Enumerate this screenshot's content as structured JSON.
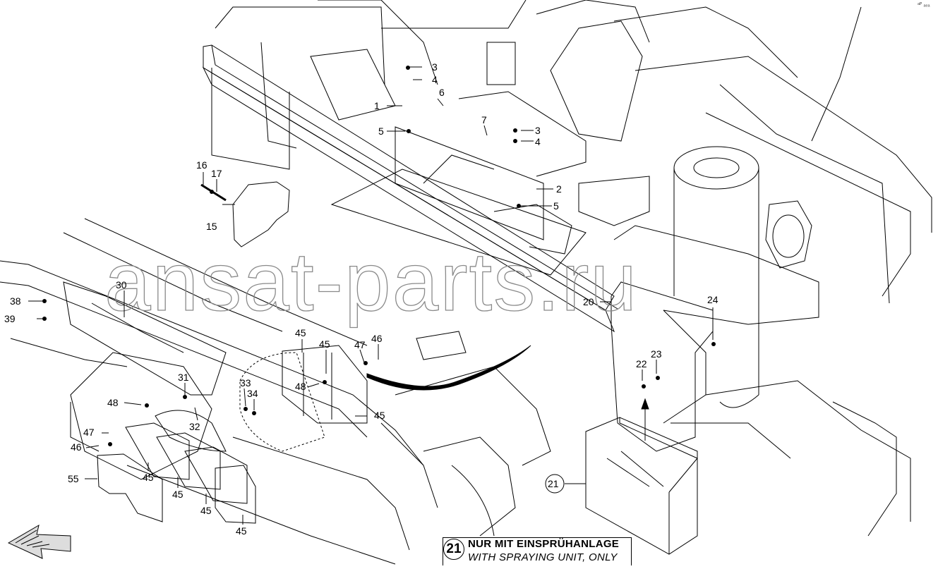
{
  "watermark": "ansat-parts.ru",
  "corner_mark": "ᵃᴾ ₐₑₐ",
  "legend": {
    "ref_number": "21",
    "line_de": "NUR MIT  EINSPRÜHANLAGE",
    "line_en": "WITH SPRAYING UNIT, ONLY"
  },
  "callouts": [
    {
      "id": "c1",
      "label": "1"
    },
    {
      "id": "c2",
      "label": "2"
    },
    {
      "id": "c3a",
      "label": "3"
    },
    {
      "id": "c3b",
      "label": "3"
    },
    {
      "id": "c4a",
      "label": "4"
    },
    {
      "id": "c4b",
      "label": "4"
    },
    {
      "id": "c5a",
      "label": "5"
    },
    {
      "id": "c5b",
      "label": "5"
    },
    {
      "id": "c6",
      "label": "6"
    },
    {
      "id": "c7",
      "label": "7"
    },
    {
      "id": "c15",
      "label": "15"
    },
    {
      "id": "c16",
      "label": "16"
    },
    {
      "id": "c17",
      "label": "17"
    },
    {
      "id": "c20",
      "label": "20"
    },
    {
      "id": "c21",
      "label": "21"
    },
    {
      "id": "c22",
      "label": "22"
    },
    {
      "id": "c23",
      "label": "23"
    },
    {
      "id": "c24",
      "label": "24"
    },
    {
      "id": "c30",
      "label": "30"
    },
    {
      "id": "c31",
      "label": "31"
    },
    {
      "id": "c32",
      "label": "32"
    },
    {
      "id": "c33",
      "label": "33"
    },
    {
      "id": "c34",
      "label": "34"
    },
    {
      "id": "c38",
      "label": "38"
    },
    {
      "id": "c39",
      "label": "39"
    },
    {
      "id": "c45a",
      "label": "45"
    },
    {
      "id": "c45b",
      "label": "45"
    },
    {
      "id": "c45c",
      "label": "45"
    },
    {
      "id": "c45d",
      "label": "45"
    },
    {
      "id": "c45e",
      "label": "45"
    },
    {
      "id": "c45f",
      "label": "45"
    },
    {
      "id": "c45g",
      "label": "45"
    },
    {
      "id": "c46a",
      "label": "46"
    },
    {
      "id": "c46b",
      "label": "46"
    },
    {
      "id": "c47a",
      "label": "47"
    },
    {
      "id": "c47b",
      "label": "47"
    },
    {
      "id": "c48a",
      "label": "48"
    },
    {
      "id": "c48b",
      "label": "48"
    },
    {
      "id": "c55",
      "label": "55"
    }
  ]
}
